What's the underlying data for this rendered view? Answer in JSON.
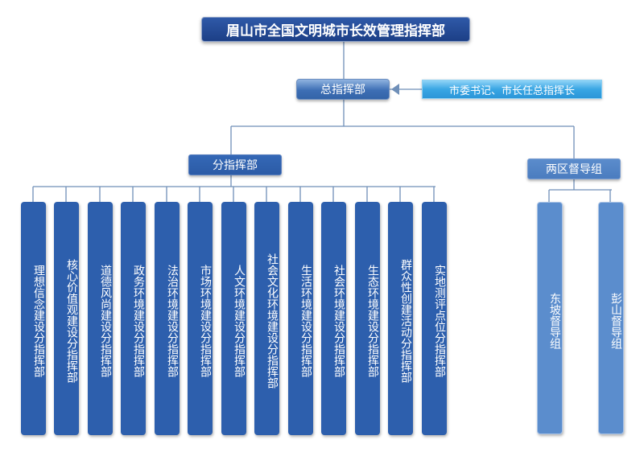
{
  "title": "眉山市全国文明城市长效管理指挥部",
  "headquarters": "总指挥部",
  "leader": "市委书记、市长任总指挥长",
  "sub_command": "分指挥部",
  "region_group": "两区督导组",
  "sub_units": [
    "理想信念建设分指挥部",
    "核心价值观建设分指挥部",
    "道德风尚建设分指挥部",
    "政务环境建设分指挥部",
    "法治环境建设分指挥部",
    "市场环境建设分指挥部",
    "人文环境建设分指挥部",
    "社会文化环境建设分指挥部",
    "生活环境建设分指挥部",
    "社会环境建设分指挥部",
    "生态环境建设分指挥部",
    "群众性创建活动分指挥部",
    "实地测评点位分指挥部"
  ],
  "region_units": [
    "东坡督导组",
    "彭山督导组"
  ],
  "colors": {
    "dark_blue": "#2d5fad",
    "light_blue": "#5b8dcd",
    "sky_blue": "#39a6e4",
    "line": "#6f8fb8"
  }
}
